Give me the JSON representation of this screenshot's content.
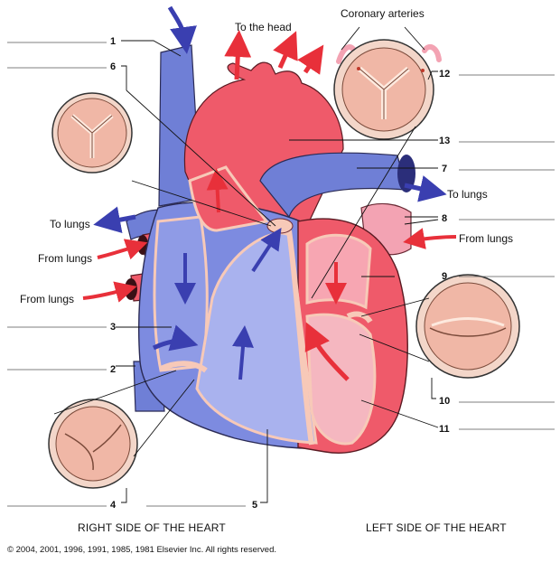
{
  "labels": {
    "to_the_head": "To the head",
    "coronary_arteries": "Coronary arteries",
    "to_lungs_left": "To lungs",
    "to_lungs_right": "To lungs",
    "from_lungs_left_upper": "From lungs",
    "from_lungs_left_lower": "From lungs",
    "from_lungs_right": "From lungs"
  },
  "numbers": [
    "1",
    "2",
    "3",
    "4",
    "5",
    "6",
    "7",
    "8",
    "9",
    "10",
    "11",
    "12",
    "13"
  ],
  "captions": {
    "right_side": "RIGHT SIDE OF THE HEART",
    "left_side": "LEFT SIDE OF THE HEART"
  },
  "copyright": "© 2004, 2001, 1996, 1991, 1985, 1981 Elsevier Inc. All rights reserved.",
  "colors": {
    "oxygenated": "#ef5a6a",
    "deoxygenated": "#6f7fd6",
    "arrow_blue": "#3a3fb0",
    "arrow_red": "#e8303a",
    "valve": "#f7c9b8"
  }
}
